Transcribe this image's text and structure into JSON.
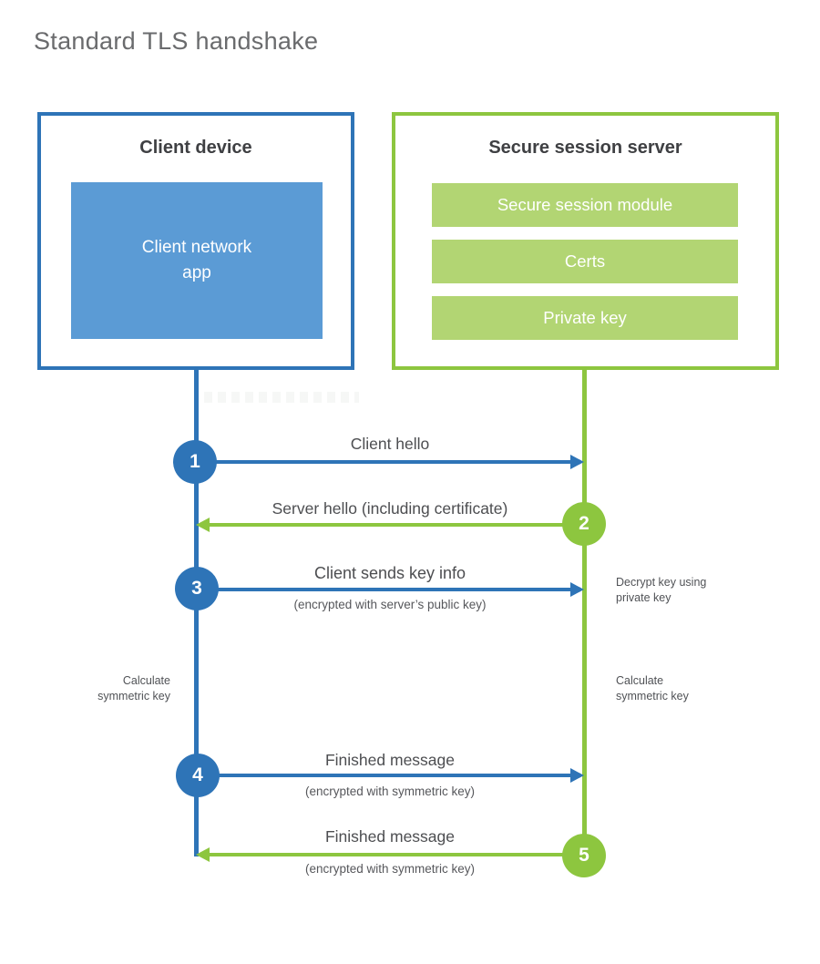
{
  "title": "Standard TLS handshake",
  "colors": {
    "blue": "#2e74b7",
    "blue_fill": "#5b9bd5",
    "green": "#8dc63f",
    "green_fill": "#b2d573"
  },
  "client_box": {
    "title": "Client device",
    "app_label": [
      "Client network",
      "app"
    ]
  },
  "server_box": {
    "title": "Secure session server",
    "modules": [
      "Secure session module",
      "Certs",
      "Private key"
    ]
  },
  "steps": [
    {
      "number": "1",
      "direction": "right",
      "color": "blue",
      "label": "Client hello",
      "sublabel": ""
    },
    {
      "number": "2",
      "direction": "left",
      "color": "green",
      "label": "Server hello (including certificate)",
      "sublabel": ""
    },
    {
      "number": "3",
      "direction": "right",
      "color": "blue",
      "label": "Client sends key info",
      "sublabel": "(encrypted with server’s public key)"
    },
    {
      "number": "4",
      "direction": "right",
      "color": "blue",
      "label": "Finished message",
      "sublabel": "(encrypted with symmetric key)"
    },
    {
      "number": "5",
      "direction": "left",
      "color": "green",
      "label": "Finished message",
      "sublabel": "(encrypted with symmetric key)"
    }
  ],
  "annotations": {
    "decrypt_note": [
      "Decrypt key using",
      "private key"
    ],
    "calc_left": [
      "Calculate",
      "symmetric key"
    ],
    "calc_right": [
      "Calculate",
      "symmetric key"
    ]
  }
}
